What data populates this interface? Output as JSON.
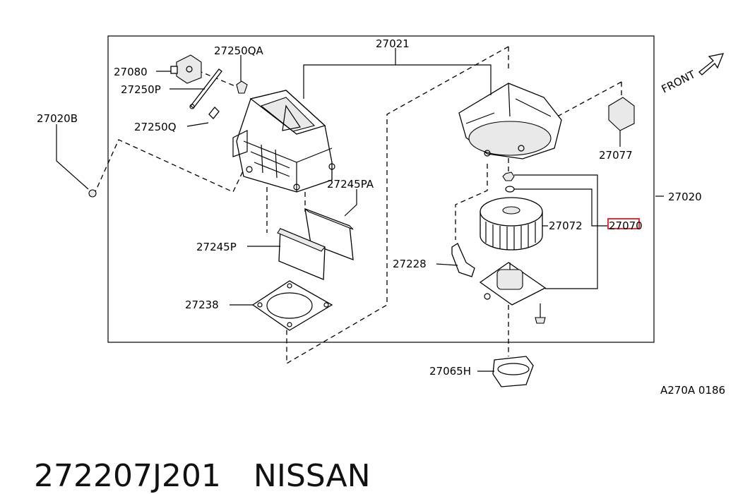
{
  "diagram": {
    "front_label": "FRONT",
    "figure_code": "A270A 0186",
    "highlight_color": "#e0303a",
    "highlighted_callout": "27070",
    "callouts": {
      "c27021": "27021",
      "c27250QA": "27250QA",
      "c27080": "27080",
      "c27250P": "27250P",
      "c27020B": "27020B",
      "c27250Q": "27250Q",
      "c27245PA": "27245PA",
      "c27245P": "27245P",
      "c27238": "27238",
      "c27077": "27077",
      "c27020": "27020",
      "c27072": "27072",
      "c27070": "27070",
      "c27228": "27228",
      "c27065H": "27065H"
    }
  },
  "footer": {
    "part_number": "272207J201",
    "brand": "NISSAN"
  }
}
